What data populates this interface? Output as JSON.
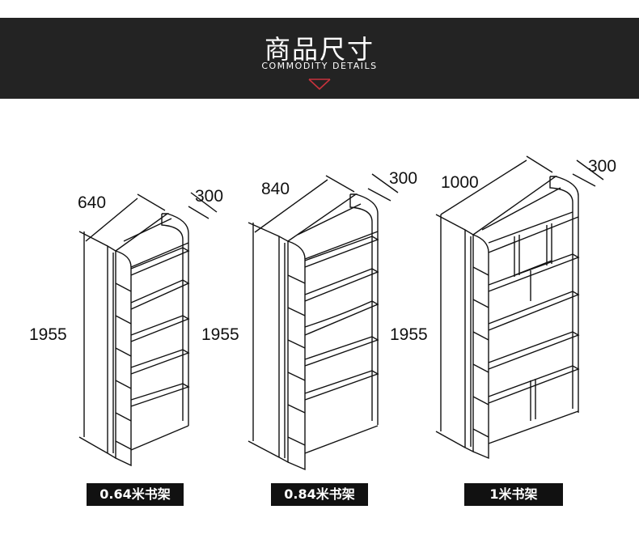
{
  "banner": {
    "title": "商品尺寸",
    "subtitle": "COMMODITY DETAILS",
    "background_color": "#232323",
    "accent_color": "#c8323c"
  },
  "products": [
    {
      "width": "640",
      "depth": "300",
      "height": "1955",
      "caption": "0.64米书架"
    },
    {
      "width": "840",
      "depth": "300",
      "height": "1955",
      "caption": "0.84米书架"
    },
    {
      "width": "1000",
      "depth": "300",
      "height": "1955",
      "caption": "1米书架"
    }
  ]
}
